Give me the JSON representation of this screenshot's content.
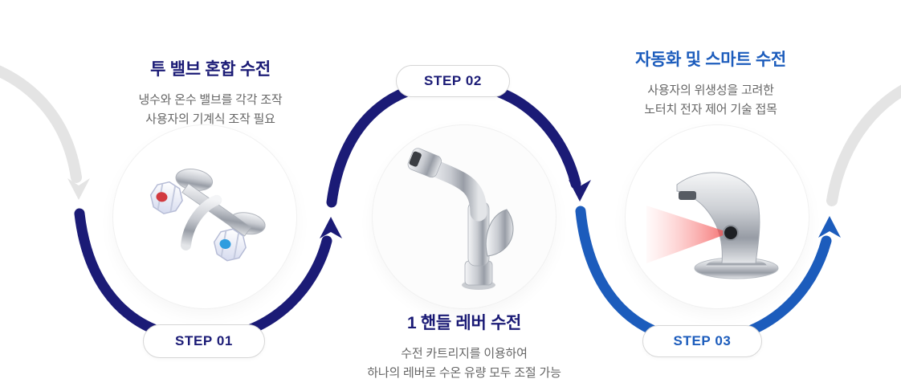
{
  "diagram": {
    "background": "#ffffff",
    "flow": "left-to-right S-curve with entry and exit gray arrows"
  },
  "colors": {
    "navy": "#1b1b76",
    "blue": "#1c5cbc",
    "arc_gray": "#e4e4e4",
    "text_gray": "#666666",
    "pill_border": "#d6d6d6"
  },
  "steps": [
    {
      "badge": "STEP 01",
      "title": "투 밸브 혼합 수전",
      "description_lines": [
        "냉수와 온수 밸브를 각각 조작",
        "사용자의 기계식 조작 필요"
      ],
      "image": "two-valve-faucet",
      "accent": "navy",
      "badge_position": "bottom",
      "title_position": "top"
    },
    {
      "badge": "STEP 02",
      "title": "1 핸들 레버 수전",
      "description_lines": [
        "수전 카트리지를 이용하여",
        "하나의 레버로 수온 유량 모두 조절 가능"
      ],
      "image": "single-lever-faucet",
      "accent": "navy",
      "badge_position": "top",
      "title_position": "bottom"
    },
    {
      "badge": "STEP 03",
      "title": "자동화 및 스마트 수전",
      "description_lines": [
        "사용자의 위생성을 고려한",
        "노터치 전자 제어 기술 접목"
      ],
      "image": "sensor-faucet",
      "accent": "blue",
      "badge_position": "bottom",
      "title_position": "top"
    }
  ]
}
